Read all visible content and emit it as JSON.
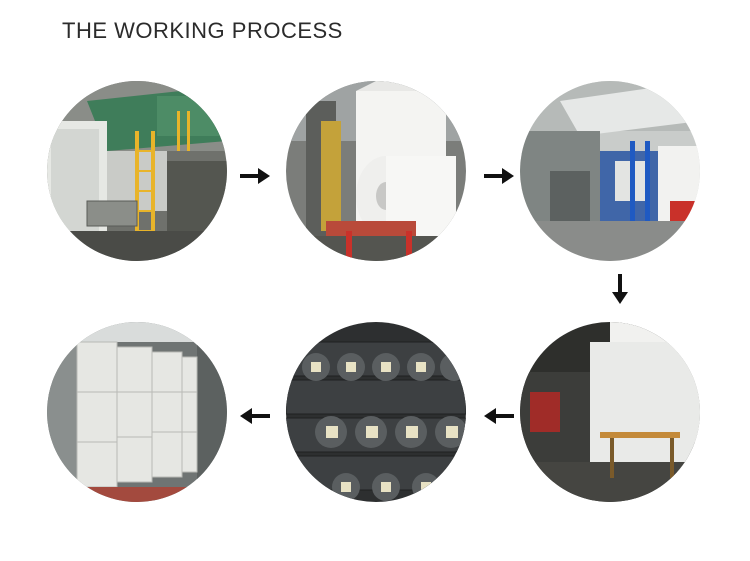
{
  "title": "THE WORKING PROCESS",
  "steps": [
    {
      "icon": "weaving-machine-photo"
    },
    {
      "icon": "fabric-roll-photo"
    },
    {
      "icon": "coating-machine-photo"
    },
    {
      "icon": "laminating-line-photo"
    },
    {
      "icon": "finished-rolls-photo"
    },
    {
      "icon": "container-loading-photo"
    }
  ],
  "colors": {
    "arrow": "#111111",
    "title": "#2b2b2b"
  }
}
